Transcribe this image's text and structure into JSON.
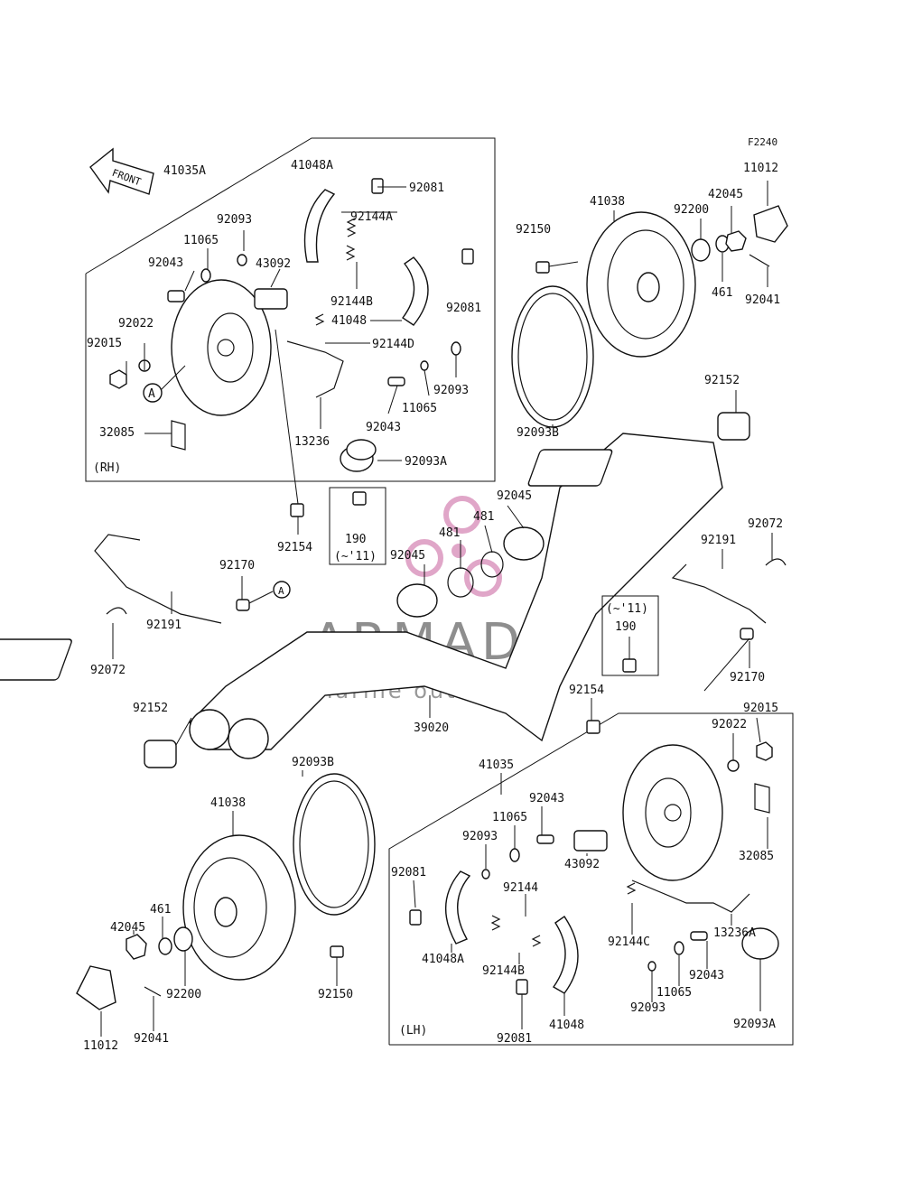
{
  "figure_code": "F2240",
  "front_label": "FRONT",
  "watermark": {
    "brand": "ARMADA",
    "tagline": "marine outboards",
    "color": "#e0a6c8"
  },
  "section_rh": "(RH)",
  "section_lh": "(LH)",
  "variant_note": "(~'11)",
  "labels": [
    {
      "id": "41035A",
      "text": "41035A"
    },
    {
      "id": "41048A_rh",
      "text": "41048A"
    },
    {
      "id": "92081_rh_top",
      "text": "92081"
    },
    {
      "id": "92093_rh_top",
      "text": "92093"
    },
    {
      "id": "92144A",
      "text": "92144A"
    },
    {
      "id": "11065_rh_top",
      "text": "11065"
    },
    {
      "id": "92043_rh_top",
      "text": "92043"
    },
    {
      "id": "43092_rh",
      "text": "43092"
    },
    {
      "id": "92144B_rh",
      "text": "92144B"
    },
    {
      "id": "92081_rh_mid",
      "text": "92081"
    },
    {
      "id": "92022_rh",
      "text": "92022"
    },
    {
      "id": "41048_rh",
      "text": "41048"
    },
    {
      "id": "92015_rh",
      "text": "92015"
    },
    {
      "id": "92144D",
      "text": "92144D"
    },
    {
      "id": "A_rh",
      "text": "A"
    },
    {
      "id": "92093_rh_mid",
      "text": "92093"
    },
    {
      "id": "11065_rh_mid",
      "text": "11065"
    },
    {
      "id": "92043_rh_mid",
      "text": "92043"
    },
    {
      "id": "32085_rh",
      "text": "32085"
    },
    {
      "id": "13236",
      "text": "13236"
    },
    {
      "id": "92093A_rh",
      "text": "92093A"
    },
    {
      "id": "41038_top",
      "text": "41038"
    },
    {
      "id": "92150_top",
      "text": "92150"
    },
    {
      "id": "92200_top",
      "text": "92200"
    },
    {
      "id": "42045_top",
      "text": "42045"
    },
    {
      "id": "11012_top",
      "text": "11012"
    },
    {
      "id": "461_top",
      "text": "461"
    },
    {
      "id": "92041_top",
      "text": "92041"
    },
    {
      "id": "92093B_top",
      "text": "92093B"
    },
    {
      "id": "92152_right",
      "text": "92152"
    },
    {
      "id": "92154_left",
      "text": "92154"
    },
    {
      "id": "190_top",
      "text": "190"
    },
    {
      "id": "92045_upper",
      "text": "92045"
    },
    {
      "id": "481_upper",
      "text": "481"
    },
    {
      "id": "481_lower",
      "text": "481"
    },
    {
      "id": "92045_lower",
      "text": "92045"
    },
    {
      "id": "92072_right",
      "text": "92072"
    },
    {
      "id": "92191_right",
      "text": "92191"
    },
    {
      "id": "92170_left",
      "text": "92170"
    },
    {
      "id": "A_mid",
      "text": "A"
    },
    {
      "id": "92191_left",
      "text": "92191"
    },
    {
      "id": "92072_left",
      "text": "92072"
    },
    {
      "id": "190_right",
      "text": "190"
    },
    {
      "id": "92170_right",
      "text": "92170"
    },
    {
      "id": "92152_left",
      "text": "92152"
    },
    {
      "id": "39020",
      "text": "39020"
    },
    {
      "id": "92154_right",
      "text": "92154"
    },
    {
      "id": "92015_lh",
      "text": "92015"
    },
    {
      "id": "92022_lh",
      "text": "92022"
    },
    {
      "id": "92093B_bottom",
      "text": "92093B"
    },
    {
      "id": "41035",
      "text": "41035"
    },
    {
      "id": "41038_bottom",
      "text": "41038"
    },
    {
      "id": "92043_lh_top",
      "text": "92043"
    },
    {
      "id": "11065_lh_top",
      "text": "11065"
    },
    {
      "id": "92093_lh_top",
      "text": "92093"
    },
    {
      "id": "92081_lh_top",
      "text": "92081"
    },
    {
      "id": "43092_lh",
      "text": "43092"
    },
    {
      "id": "32085_lh",
      "text": "32085"
    },
    {
      "id": "92144",
      "text": "92144"
    },
    {
      "id": "461_bottom",
      "text": "461"
    },
    {
      "id": "42045_bottom",
      "text": "42045"
    },
    {
      "id": "41048A_lh",
      "text": "41048A"
    },
    {
      "id": "92144C",
      "text": "92144C"
    },
    {
      "id": "13236A",
      "text": "13236A"
    },
    {
      "id": "92144B_lh",
      "text": "92144B"
    },
    {
      "id": "92043_lh_bottom",
      "text": "92043"
    },
    {
      "id": "11065_lh_bottom",
      "text": "11065"
    },
    {
      "id": "92200_bottom",
      "text": "92200"
    },
    {
      "id": "92150_bottom",
      "text": "92150"
    },
    {
      "id": "92093_lh_bottom",
      "text": "92093"
    },
    {
      "id": "92093A_lh",
      "text": "92093A"
    },
    {
      "id": "41048_lh",
      "text": "41048"
    },
    {
      "id": "11012_bottom",
      "text": "11012"
    },
    {
      "id": "92041_bottom",
      "text": "92041"
    },
    {
      "id": "92081_lh_bottom",
      "text": "92081"
    }
  ]
}
